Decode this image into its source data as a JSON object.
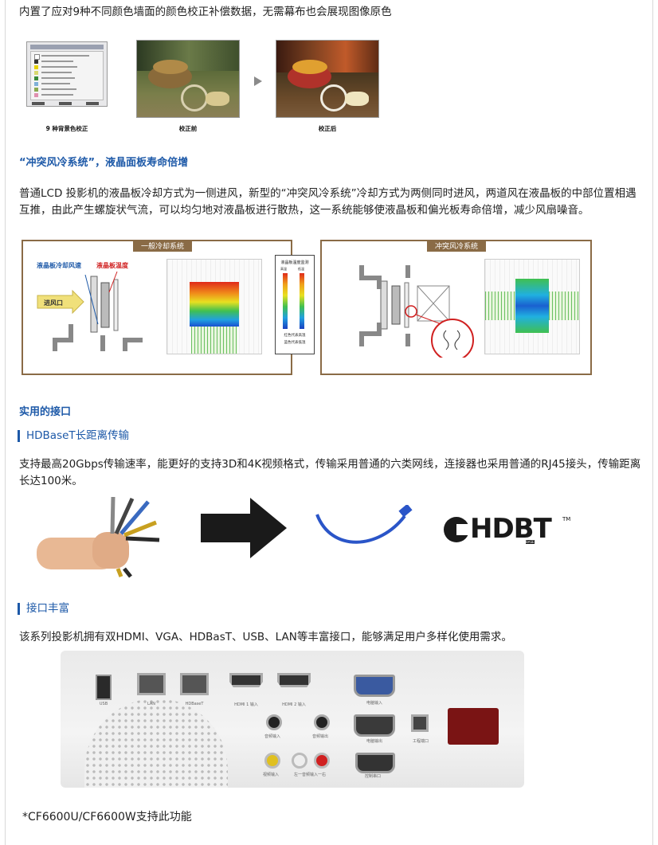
{
  "intro_text": "内置了应对9种不同颜色墙面的颜色校正补偿数据，无需幕布也会展现图像原色",
  "color_correction": {
    "menu_caption": "9 种背景色校正",
    "before_caption": "校正前",
    "after_caption": "校正后",
    "arrow_icon": "triangle-right-icon"
  },
  "cooling": {
    "heading": "“冲突风冷系统”，液晶面板寿命倍增",
    "paragraph": "普通LCD 投影机的液晶板冷却方式为一侧进风，新型的“冲突风冷系统”冷却方式为两侧同时进风，两道风在液晶板的中部位置相遇互推，由此产生螺旋状气流，可以均匀地对液晶板进行散热，这一系统能够使液晶板和偏光板寿命倍增，减少风扇噪音。",
    "left_panel_title": "一般冷却系统",
    "right_panel_title": "冲突风冷系统",
    "label_airflow": "液晶板冷却风速",
    "label_temp": "液晶板温度",
    "label_inlet": "进风口",
    "legend_title": "液晶板温度监测",
    "legend_high": "高温",
    "legend_low": "低温",
    "legend_red": "红色代表高温",
    "legend_blue": "蓝色代表低温",
    "accent_color": "#8a6b46"
  },
  "interface": {
    "heading": "实用的接口",
    "hdbaset_title": "HDBaseT长距离传输",
    "hdbaset_paragraph": "支持最高20Gbps传输速率，能更好的支持3D和4K视频格式，传输采用普通的六类网线，连接器也采用普通的RJ45接头，传输距离长达100米。",
    "hdbt_logo": "HDBT",
    "hdbt_tm": "TM",
    "hdbt_sub": "BASE",
    "rich_title": "接口丰富",
    "rich_paragraph": "该系列投影机拥有双HDMI、VGA、HDBasT、USB、LAN等丰富接口，能够满足用户多样化使用需求。",
    "ports": {
      "usb": "USB",
      "lan": "LAN",
      "hdbaset": "HDBaseT",
      "hdmi1": "HDMI 1 输入",
      "hdmi2": "HDMI 2 输入",
      "pc_in": "电脑输入",
      "audio_in": "音频输入",
      "audio_out": "音频输出",
      "monitor_out": "电脑输出",
      "service": "工程端口",
      "video_in": "视频输入",
      "av_in": "左一音频输入一右",
      "control": "控制串口"
    },
    "footnote": "*CF6600U/CF6600W支持此功能",
    "accent_color": "#1d59a8"
  }
}
